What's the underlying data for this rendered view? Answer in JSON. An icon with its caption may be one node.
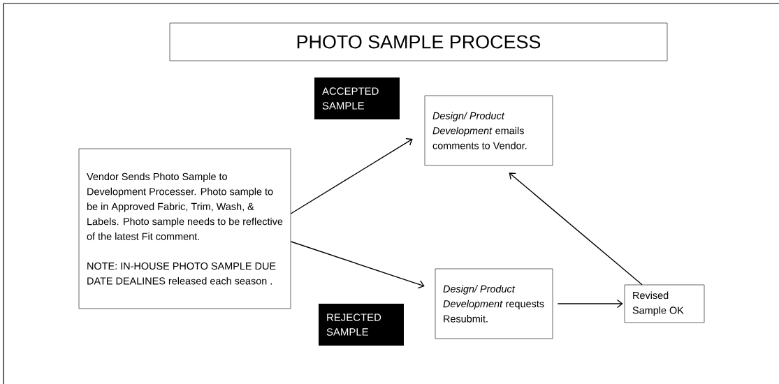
{
  "diagram": {
    "title": "PHOTO SAMPLE PROCESS",
    "nodes": [
      {
        "text": [
          "Vendor Sends Photo Sample  to Development Processer.  Photo sample to be in Approved Fabric, Trim, Wash, & Labels. Photo sample needs to be reflective of the latest Fit comment.",
          "NOTE: IN-HOUSE PHOTO SAMPLE DUE DATE DEALINES released each season ."
        ]
      },
      {
        "text": [
          "ACCEPTED SAMPLE"
        ]
      },
      {
        "text": [
          "*Design/ Product Development* emails comments to Vendor."
        ]
      },
      {
        "text": [
          "REJECTED SAMPLE"
        ]
      },
      {
        "text": [
          "*Design/ Product Development* requests Resubmit."
        ]
      },
      {
        "text": [
          "Revised Sample OK"
        ]
      }
    ],
    "edges": [
      {
        "from": 0,
        "to": 2,
        "arrow": "to"
      },
      {
        "from": 0,
        "to": 4,
        "arrow": "to"
      },
      {
        "from": 4,
        "to": 5,
        "arrow": "to"
      },
      {
        "from": 5,
        "to": 2,
        "arrow": "to"
      }
    ]
  }
}
